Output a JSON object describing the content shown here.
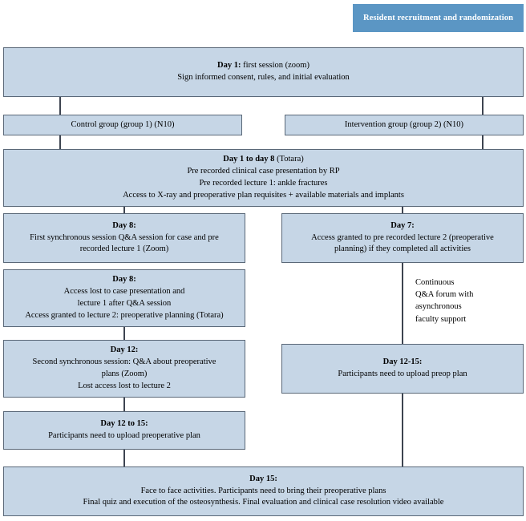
{
  "diagram": {
    "title": "Study flow diagram: resident recruitment, randomization and course timeline",
    "colors": {
      "box_fill": "#c6d6e6",
      "box_border": "#5a6878",
      "header_fill": "#5b96c4",
      "header_text": "#ffffff",
      "connector": "#3d4450",
      "page_background": "#ffffff"
    },
    "header": {
      "label": "Resident recruitment and randomization"
    },
    "nodes": {
      "day1": {
        "line1_bold": "Day 1:",
        "line1_rest": " first session (zoom)",
        "line2": "Sign informed consent, rules, and initial evaluation"
      },
      "control_group": {
        "label": "Control group (group 1) (N10)"
      },
      "intervention_group": {
        "label": "Intervention group (group 2) (N10)"
      },
      "day1_to_8": {
        "line1_bold": "Day 1 to day 8",
        "line1_rest": " (Totara)",
        "line2": "Pre recorded clinical case presentation by RP",
        "line3": "Pre recorded lecture 1: ankle fractures",
        "line4": "Access to X-ray and preoperative plan requisites + available materials and implants"
      },
      "day8_first": {
        "line1_bold": "Day 8:",
        "line2": "First synchronous session Q&A session for case and pre",
        "line3": "recorded lecture 1 (Zoom)"
      },
      "day7": {
        "line1_bold": "Day 7:",
        "line2": "Access granted to pre recorded lecture 2 (preoperative",
        "line3": "planning) if they completed all activities"
      },
      "day8_second": {
        "line1_bold": "Day 8:",
        "line2": "Access lost to case presentation and",
        "line3": "lecture 1 after Q&A session",
        "line4": "Access granted to lecture 2: preoperative planning (Totara)"
      },
      "continuous_note": {
        "line1": "Continuous",
        "line2": "Q&A forum with",
        "line3": "asynchronous",
        "line4": "faculty support"
      },
      "day12": {
        "line1_bold": "Day 12:",
        "line2": "Second synchronous session: Q&A about preoperative",
        "line3": "plans (Zoom)",
        "line4": "Lost access lost to lecture 2"
      },
      "day12_15_right": {
        "line1_bold": "Day 12-15:",
        "line2": "Participants need to upload preop plan"
      },
      "day12_to_15_left": {
        "line1_bold": "Day 12 to 15:",
        "line2": "Participants need to upload preoperative plan"
      },
      "day15": {
        "line1_bold": "Day 15:",
        "line2": "Face to face activities. Participants need to bring their preoperative plans",
        "line3": "Final quiz and execution of the osteosynthesis. Final evaluation and clinical case resolution video available"
      }
    }
  }
}
